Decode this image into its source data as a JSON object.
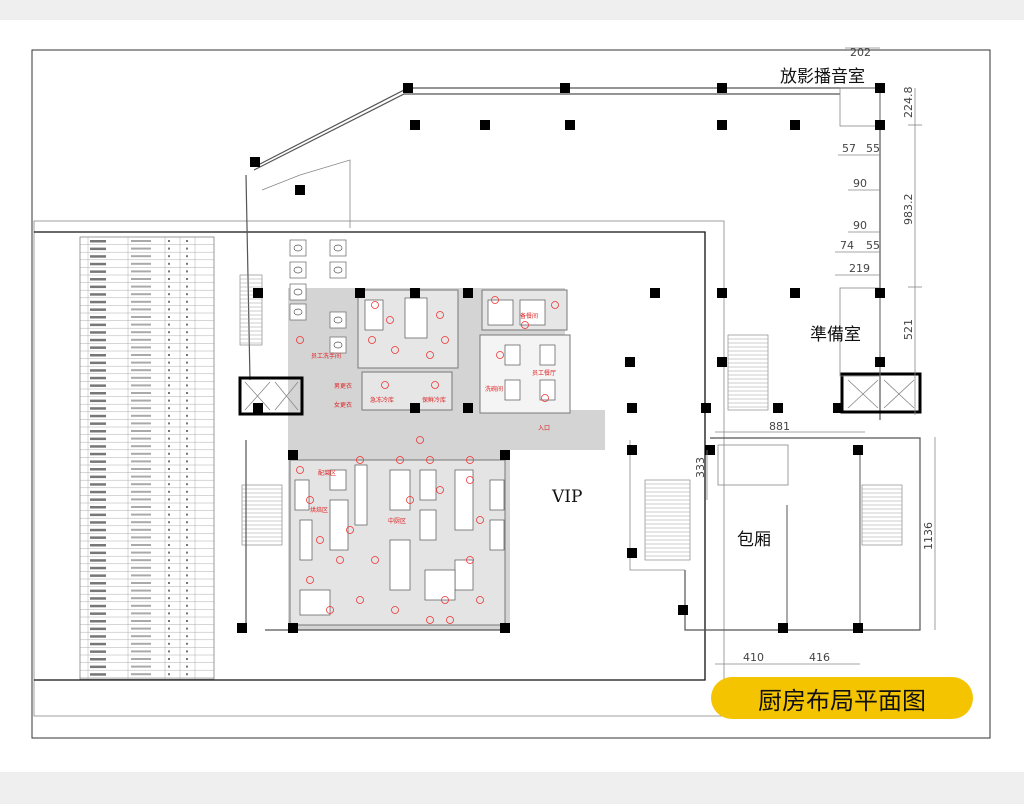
{
  "title": "厨房布局平面图",
  "rooms": {
    "projection_room": "放影播音室",
    "prep_room": "準備室",
    "vip": "VIP",
    "private_room": "包厢"
  },
  "kitchen_labels": {
    "staff_toilet": "员工洗手间",
    "male_locker": "男更衣",
    "female_locker": "女更衣",
    "freezer": "急冻冷库",
    "chiller": "保鲜冷库",
    "staff_canteen": "员工餐厅",
    "dishwashing": "洗碗间",
    "entrance": "入口",
    "prep_area": "备餐间",
    "side_dish_area": "配菜区",
    "bakery_area": "烘焙区",
    "chinese_kitchen": "中厨区"
  },
  "dimensions": {
    "d202": "202",
    "d224_8": "224.8",
    "d57": "57",
    "d55a": "55",
    "d90a": "90",
    "d983_2": "983.2",
    "d90b": "90",
    "d74": "74",
    "d55b": "55",
    "d219": "219",
    "d521": "521",
    "d881": "881",
    "d333": "333",
    "d1136": "1136",
    "d410": "410",
    "d416": "416"
  },
  "colors": {
    "badge": "#f5c400",
    "equipment": "#e33333",
    "kitchen_floor": "#d4d4d4"
  }
}
